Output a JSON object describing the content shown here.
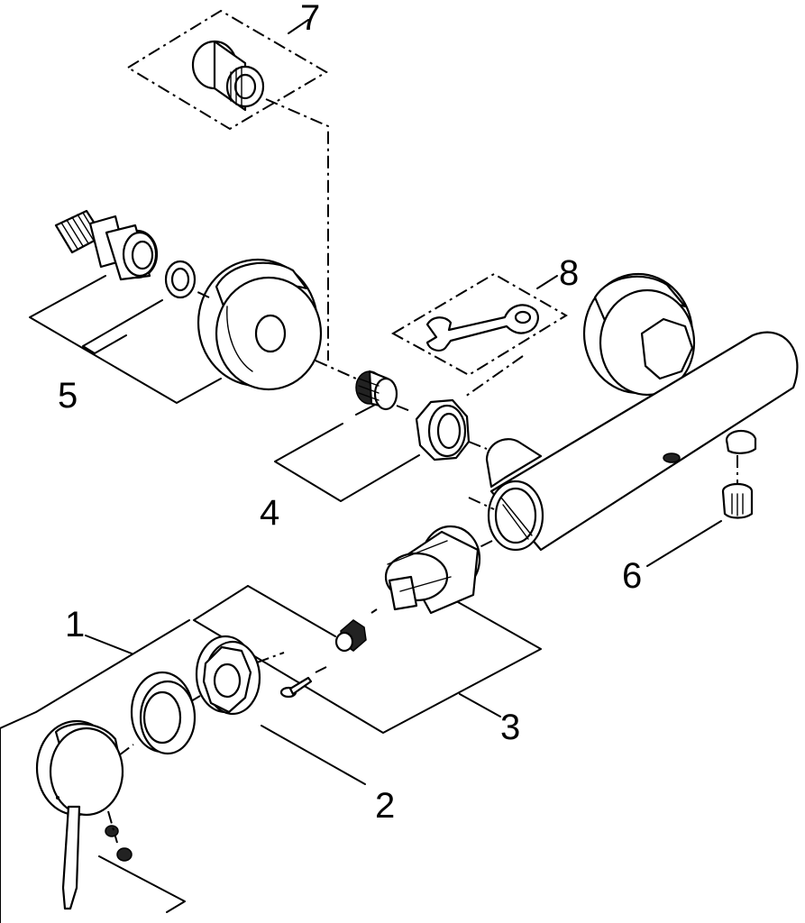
{
  "diagram": {
    "part_numbers": [
      "1",
      "2",
      "3",
      "4",
      "5",
      "6",
      "7",
      "8"
    ]
  }
}
